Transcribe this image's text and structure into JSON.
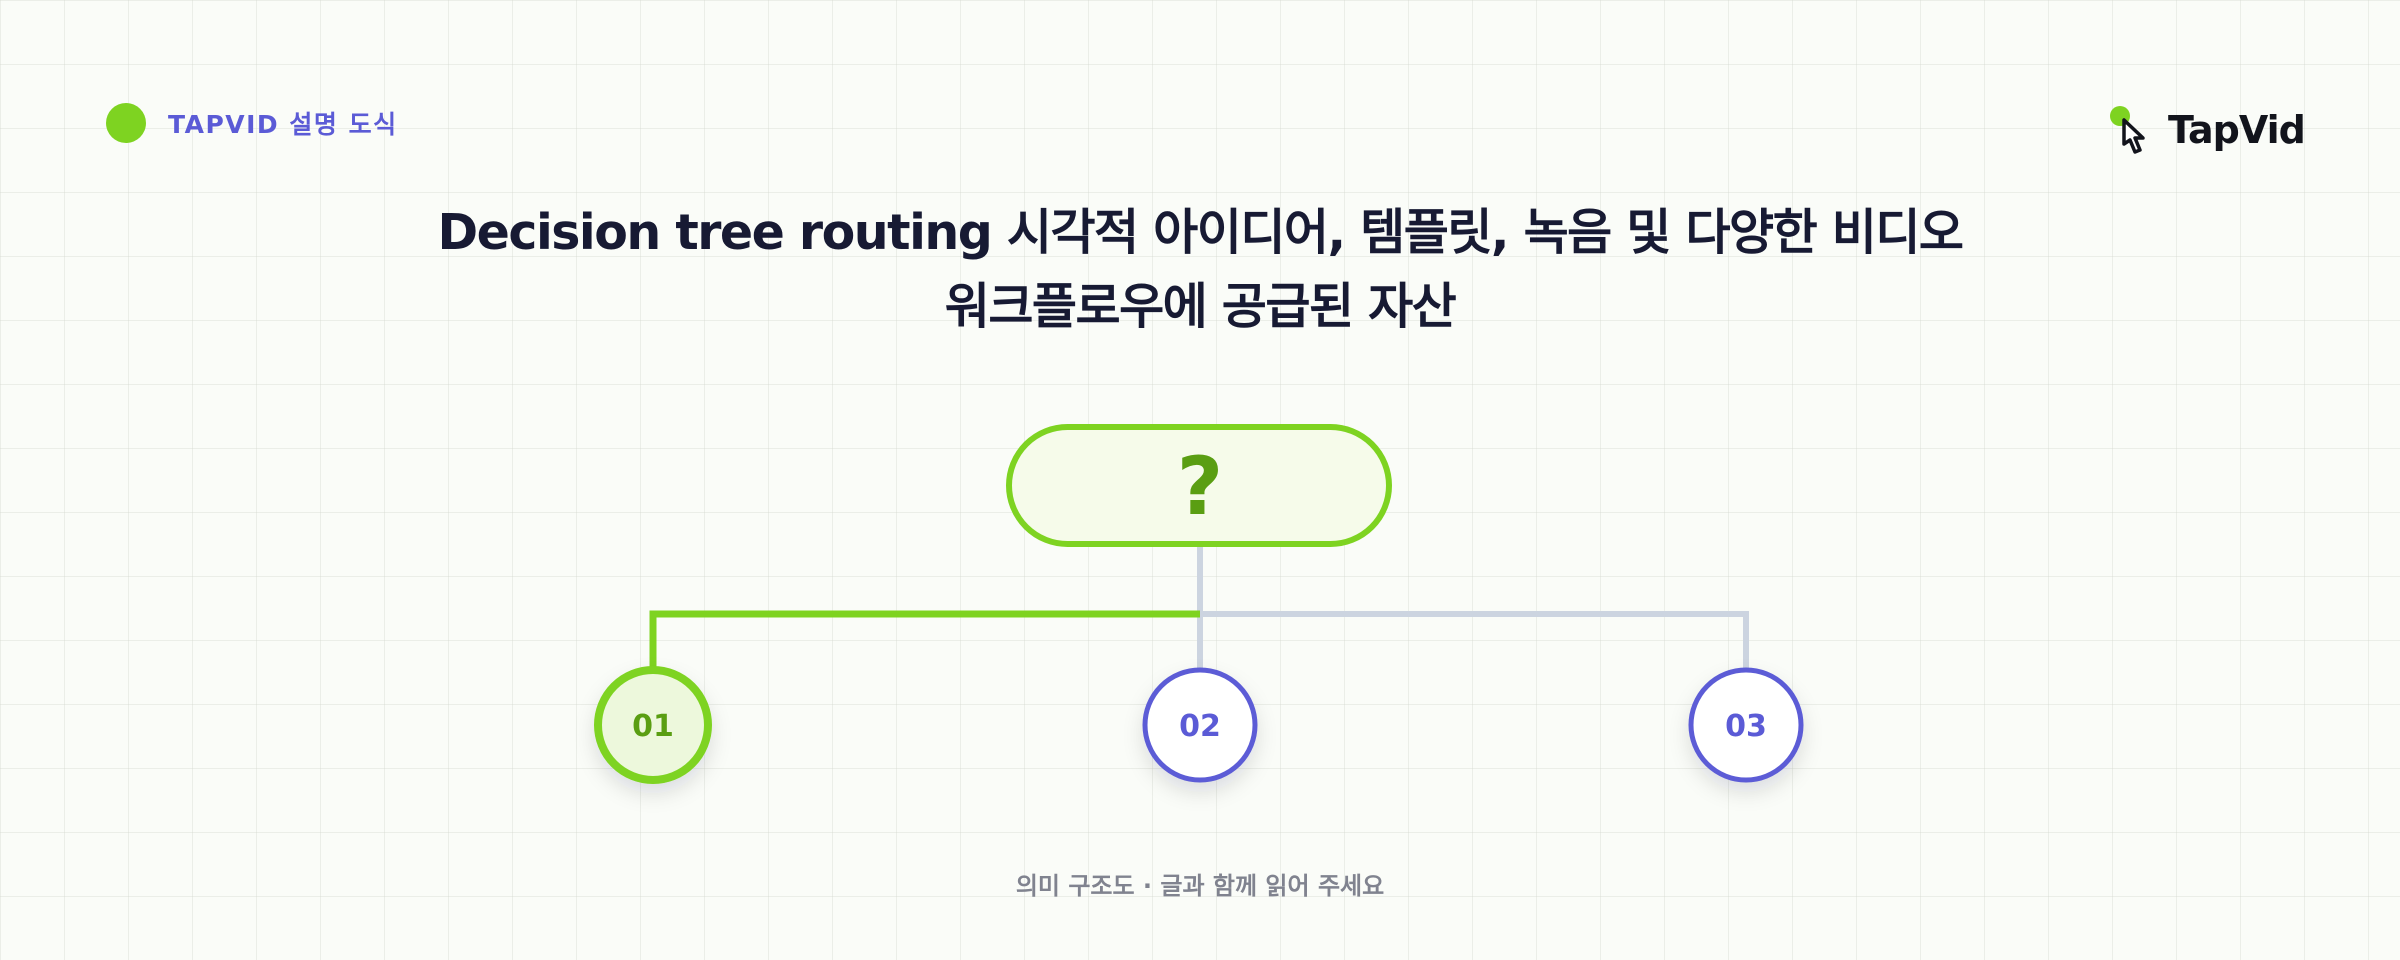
{
  "header": {
    "label": "TAPVID 설명 도식"
  },
  "brand": {
    "name": "TapVid",
    "icon": "hand-pointer-icon"
  },
  "title": {
    "line1": "Decision tree routing 시각적 아이디어, 템플릿, 녹음 및 다양한 비디오",
    "line2": "워크플로우에 공급된 자산"
  },
  "tree": {
    "root_symbol": "?",
    "selected": "01",
    "branches": [
      {
        "label": "01",
        "active": true
      },
      {
        "label": "02",
        "active": false
      },
      {
        "label": "03",
        "active": false
      }
    ]
  },
  "footer": {
    "caption": "의미 구조도 · 글과 함께 읽어 주세요"
  },
  "colors": {
    "accent_green": "#7ed321",
    "node_green_text": "#5a9e12",
    "accent_purple": "#5b5bd6",
    "connector_gray": "#ccd4e0",
    "title_text": "#171a33",
    "caption_text": "#80838f"
  }
}
